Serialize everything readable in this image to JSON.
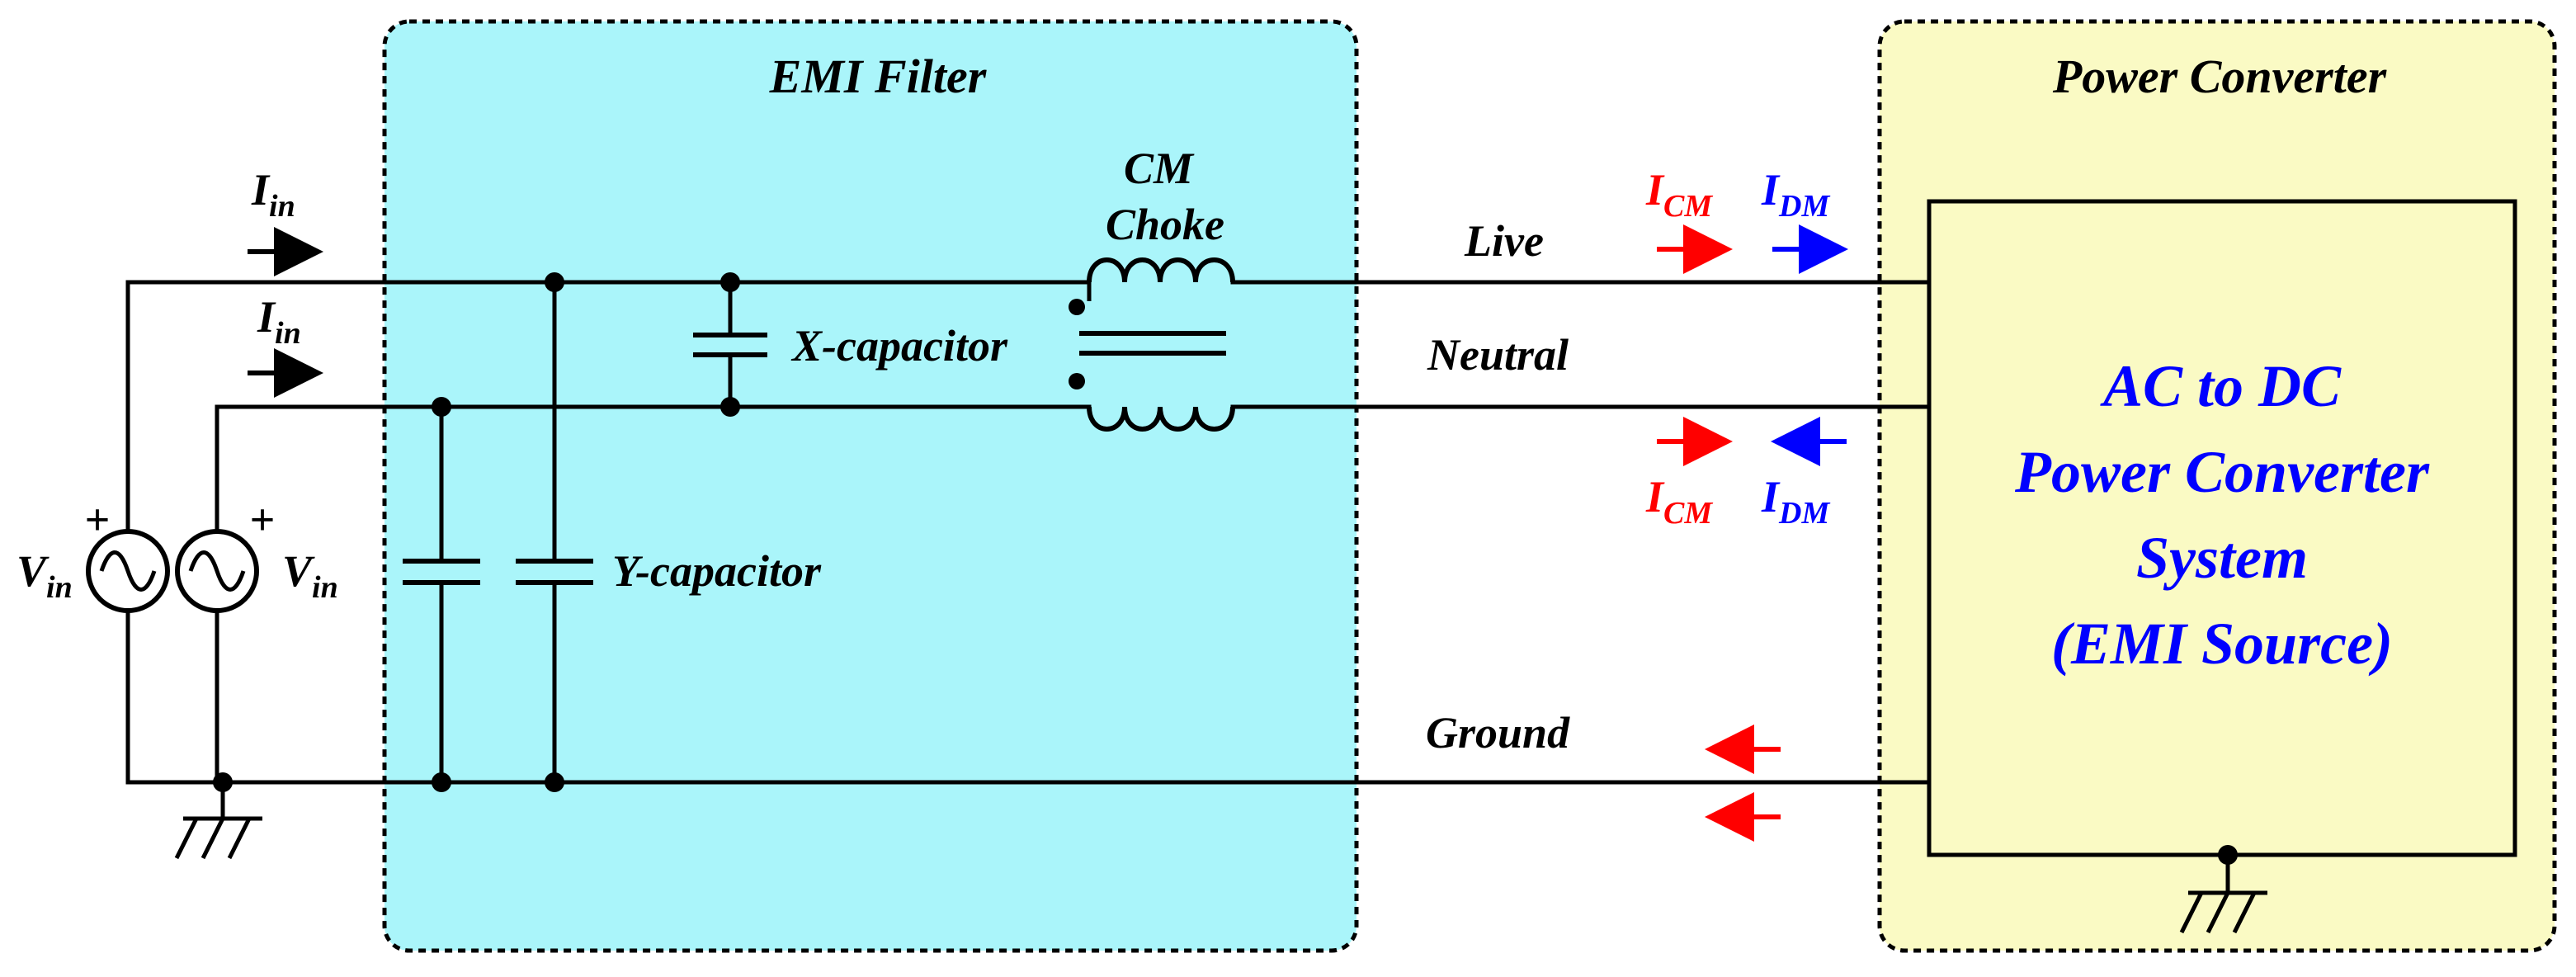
{
  "blocks": {
    "emi_filter_title": "EMI Filter",
    "power_converter_title": "Power Converter"
  },
  "colors": {
    "emi_filter_fill": "#aaf5fa",
    "power_converter_fill": "#fafac4",
    "cm_current": "#ff0000",
    "dm_current": "#0000ff",
    "converter_text": "#0000ff"
  },
  "labels": {
    "current_in": {
      "main": "I",
      "sub": "in"
    },
    "voltage_in": {
      "main": "V",
      "sub": "in"
    },
    "plus": "+",
    "cm_choke_line1": "CM",
    "cm_choke_line2": "Choke",
    "x_capacitor": "X-capacitor",
    "y_capacitor": "Y-capacitor",
    "live": "Live",
    "neutral": "Neutral",
    "ground": "Ground",
    "i_cm": {
      "main": "I",
      "sub": "CM"
    },
    "i_dm": {
      "main": "I",
      "sub": "DM"
    }
  },
  "converter_box": {
    "line1": "AC to DC",
    "line2": "Power Converter",
    "line3": "System",
    "line4": "(EMI Source)"
  },
  "icons": [
    "ac-source-icon",
    "ground-icon",
    "capacitor-icon",
    "inductor-icon",
    "arrow-icon"
  ]
}
